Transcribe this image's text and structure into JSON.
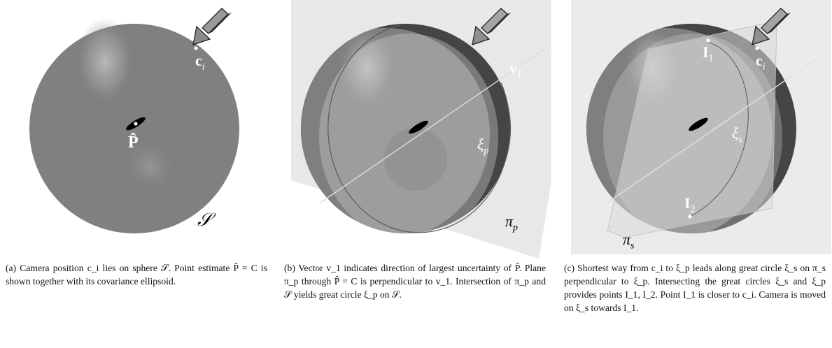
{
  "figures": [
    {
      "id": "a",
      "labels": {
        "camera": "c",
        "camera_sub": "i",
        "point": "P̂",
        "sphere": "𝒮"
      },
      "caption": "(a) Camera position c_i lies on sphere 𝒮. Point estimate P̂ = C is shown together with its covariance ellipsoid."
    },
    {
      "id": "b",
      "labels": {
        "vector": "v",
        "vector_sub": "1",
        "great_circle": "ξ",
        "great_circle_sub": "p",
        "plane": "π",
        "plane_sub": "p"
      },
      "caption": "(b) Vector v_1 indicates direction of largest uncertainty of P̂. Plane π_p through P̂ = C is perpendicular to v_1. Intersection of π_p and 𝒮 yields great circle ξ_p on 𝒮."
    },
    {
      "id": "c",
      "labels": {
        "point1": "I",
        "point1_sub": "1",
        "camera": "c",
        "camera_sub": "i",
        "great_circle": "ξ",
        "great_circle_sub": "s",
        "point2": "I",
        "point2_sub": "2",
        "plane": "π",
        "plane_sub": "s"
      },
      "caption": "(c) Shortest way from c_i to ξ_p leads along great circle ξ_s on π_s perpendicular to ξ_p. Intersecting the great circles ξ_s and ξ_p provides points I_1, I_2. Point I_1 is closer to c_i. Camera is moved on ξ_s towards I_1."
    }
  ],
  "colors": {
    "sphere": "#7f7f7f",
    "sphere_dark": "#3d3d3d",
    "plane": "#e6e6e6",
    "highlight": "#b3b3b3",
    "arrow": "#8a8a8a"
  }
}
